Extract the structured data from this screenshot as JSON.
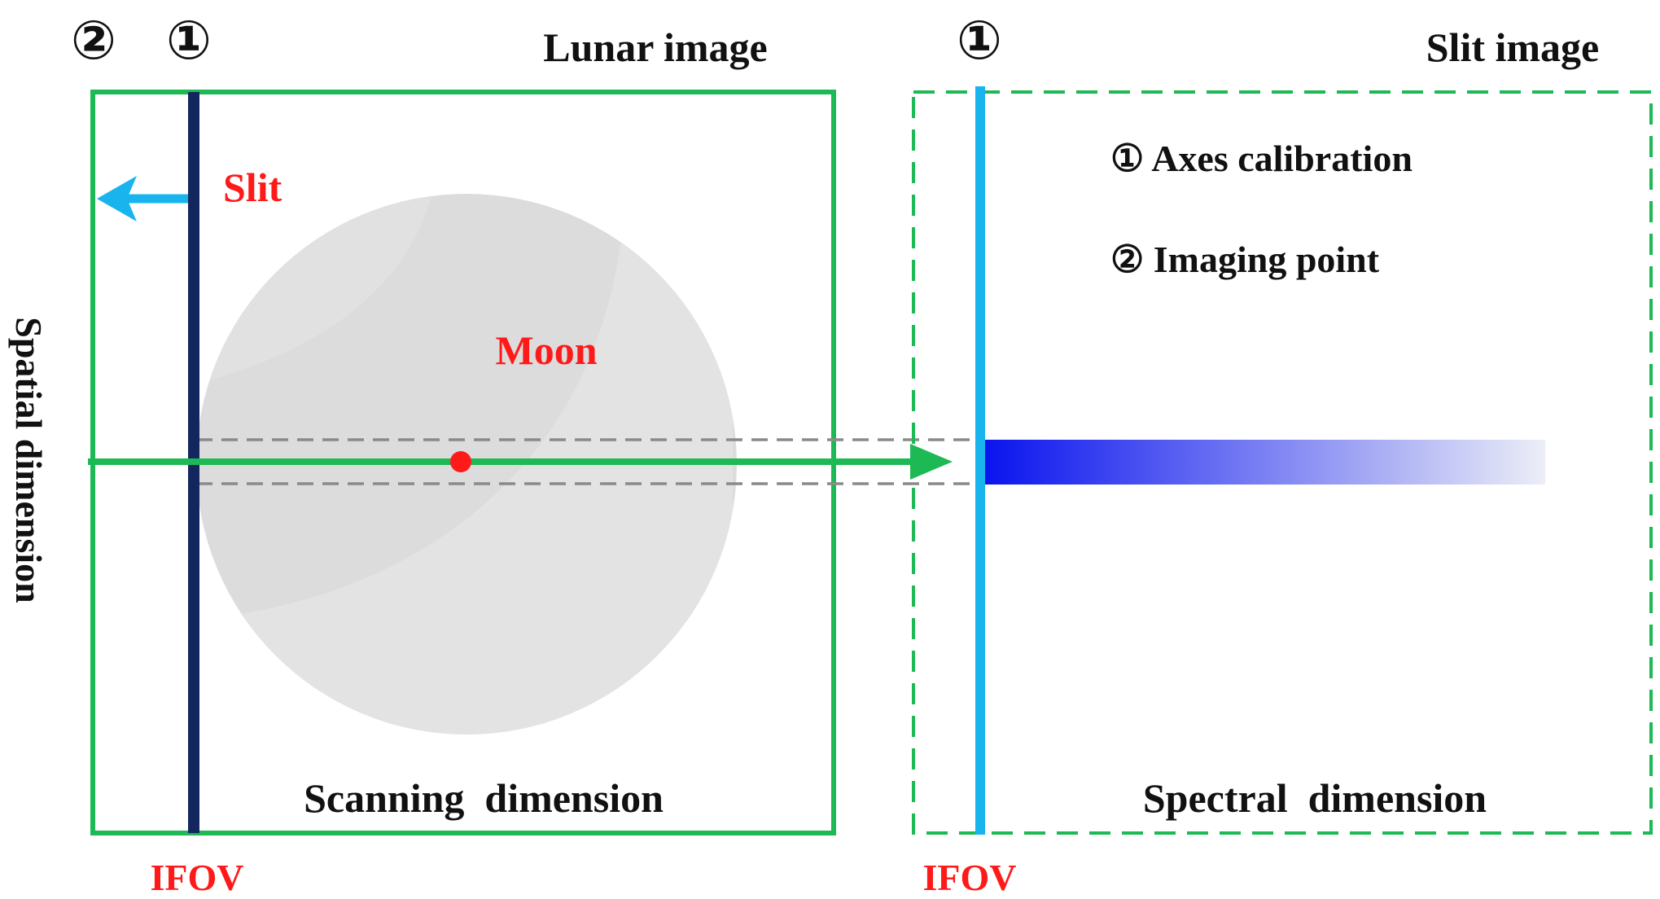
{
  "colors": {
    "frame_green": "#1db954",
    "slit_dark": "#13275e",
    "slit_light": "#19b4ee",
    "label_red": "#ff1a1a",
    "moon_gray": "#dcdcdc",
    "imaging_point": "#ff1a1a",
    "spectrum_start": "#0a14ee",
    "spectrum_end": "#eceef7"
  },
  "left_panel": {
    "title": "Lunar image",
    "marker_2": "②",
    "marker_1": "①",
    "slit_label": "Slit",
    "moon_label": "Moon",
    "bottom_label": "Scanning  dimension",
    "ifov_label": "IFOV",
    "side_label": "Spatial dimension"
  },
  "right_panel": {
    "title": "Slit image",
    "marker_1": "①",
    "legend_1": "① Axes calibration",
    "legend_2": "② Imaging point",
    "bottom_label": "Spectral  dimension",
    "ifov_label": "IFOV"
  }
}
